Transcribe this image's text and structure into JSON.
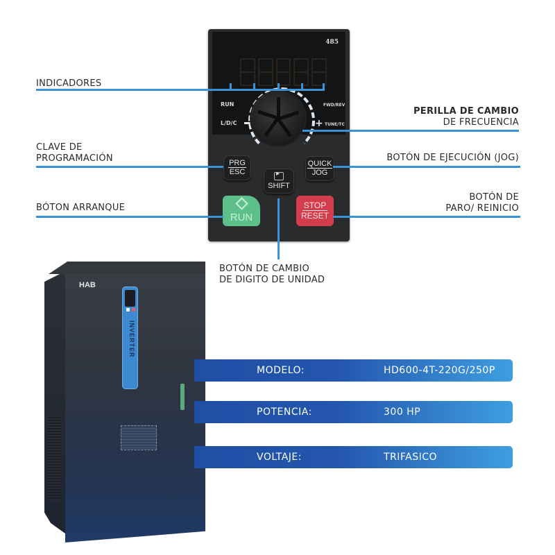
{
  "keypad": {
    "port_label": "485",
    "indicators": {
      "run": "RUN",
      "ldc": "L/D/C",
      "fwd_rev": "FWD/REV",
      "tune": "TUNE/TC"
    },
    "keys": {
      "prg": {
        "top": "PRG",
        "bottom": "ESC"
      },
      "quick": {
        "top": "QUICK",
        "bottom": "JOG"
      },
      "shift": {
        "label": "SHIFT"
      },
      "run": {
        "label": "RUN"
      },
      "stop": {
        "top": "STOP",
        "bottom": "RESET"
      }
    }
  },
  "callouts": {
    "indicadores": "INDICADORES",
    "clave_1": "CLAVE DE",
    "clave_2": "PROGRAMACIÓN",
    "arranque": "BÓTON ARRANQUE",
    "perilla_1": "PERILLA DE CAMBIO",
    "perilla_2": "DE FRECUENCIA",
    "jog": "BOTÓN DE EJECUCIÓN (JOG)",
    "paro_1": "BOTÓN DE",
    "paro_2": "PARO/ REINICIO",
    "digito_1": "BOTÓN DE CAMBIO",
    "digito_2": "DE DIGITO DE UNIDAD"
  },
  "product": {
    "brand": "HAB",
    "strip_text": "INVERTER"
  },
  "specs": [
    {
      "key": "MODELO:",
      "value": "HD600-4T-220G/250P"
    },
    {
      "key": "POTENCIA:",
      "value": "300 HP"
    },
    {
      "key": "VOLTAJE:",
      "value": "TRIFASICO"
    }
  ],
  "colors": {
    "callout_line": "#3a93d6",
    "band_start": "#1f4fa5",
    "band_end": "#3e9ee0",
    "run_key": "#5dc08a",
    "stop_key": "#d43e4c"
  }
}
